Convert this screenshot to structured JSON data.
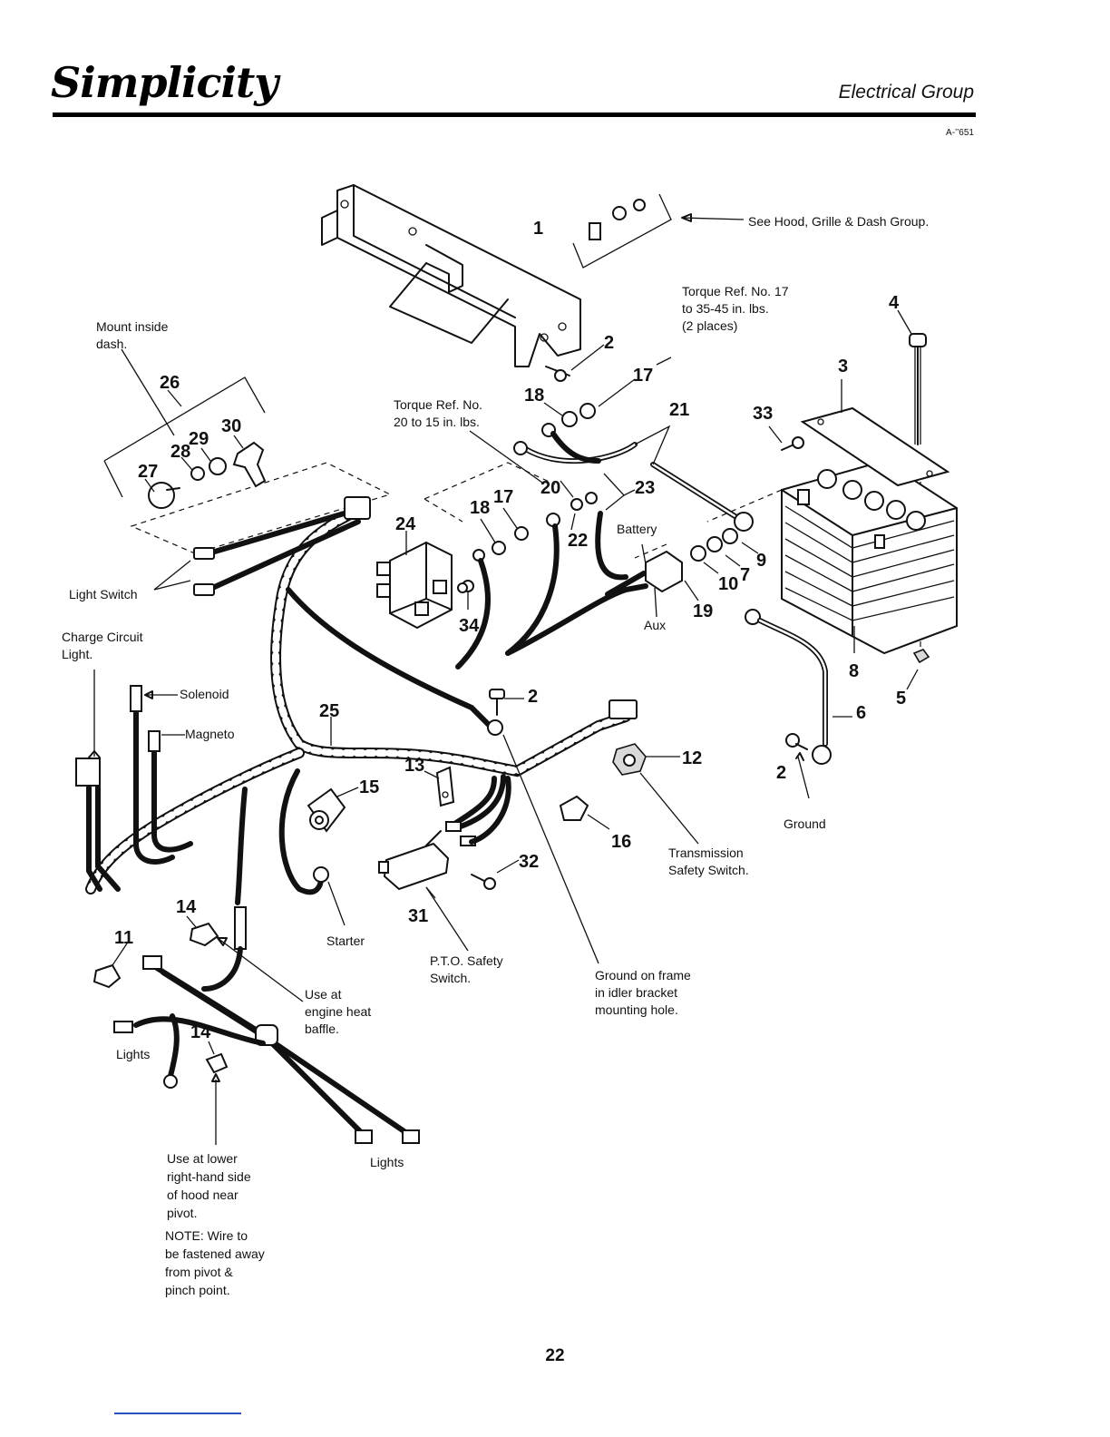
{
  "header": {
    "brand": "Simplicity",
    "section": "Electrical Group",
    "ref_code": "A-’’651"
  },
  "page_number": "22",
  "notes": {
    "see_hood": "See Hood, Grille & Dash Group.",
    "torque17": [
      "Torque Ref. No. 17",
      "to 35-45 in. lbs.",
      "(2 places)"
    ],
    "torque20": [
      "Torque Ref. No.",
      "20 to 15 in. lbs."
    ],
    "mount_dash": [
      "Mount inside",
      "dash."
    ],
    "light_switch": "Light Switch",
    "charge_circuit": [
      "Charge Circuit",
      "Light."
    ],
    "solenoid": "Solenoid",
    "magneto": "Magneto",
    "battery": "Battery",
    "aux": "Aux",
    "ground": "Ground",
    "transmission": [
      "Transmission",
      "Safety Switch."
    ],
    "starter": "Starter",
    "pto": [
      "P.T.O. Safety",
      "Switch."
    ],
    "ground_frame": [
      "Ground on frame",
      "in idler bracket",
      "mounting hole."
    ],
    "heat_baffle": [
      "Use at",
      "engine heat",
      "baffle."
    ],
    "lights_left": "Lights",
    "lights_bottom": "Lights",
    "lower_hood": [
      "Use at lower",
      "right-hand side",
      "of hood near",
      "pivot."
    ],
    "note_wire": [
      "NOTE: Wire to",
      "be fastened away",
      "from pivot &",
      "pinch point."
    ]
  },
  "callouts": {
    "n1": "1",
    "n2a": "2",
    "n2b": "2",
    "n2c": "2",
    "n3": "3",
    "n4": "4",
    "n5": "5",
    "n6": "6",
    "n7": "7",
    "n8": "8",
    "n9": "9",
    "n10": "10",
    "n11": "11",
    "n12": "12",
    "n13": "13",
    "n14a": "14",
    "n14b": "14",
    "n15": "15",
    "n16": "16",
    "n17a": "17",
    "n17b": "17",
    "n18a": "18",
    "n18b": "18",
    "n19": "19",
    "n20": "20",
    "n21": "21",
    "n22": "22",
    "n23": "23",
    "n24": "24",
    "n25": "25",
    "n26": "26",
    "n27": "27",
    "n28": "28",
    "n29": "29",
    "n30": "30",
    "n31": "31",
    "n32": "32",
    "n33": "33",
    "n34": "34"
  }
}
